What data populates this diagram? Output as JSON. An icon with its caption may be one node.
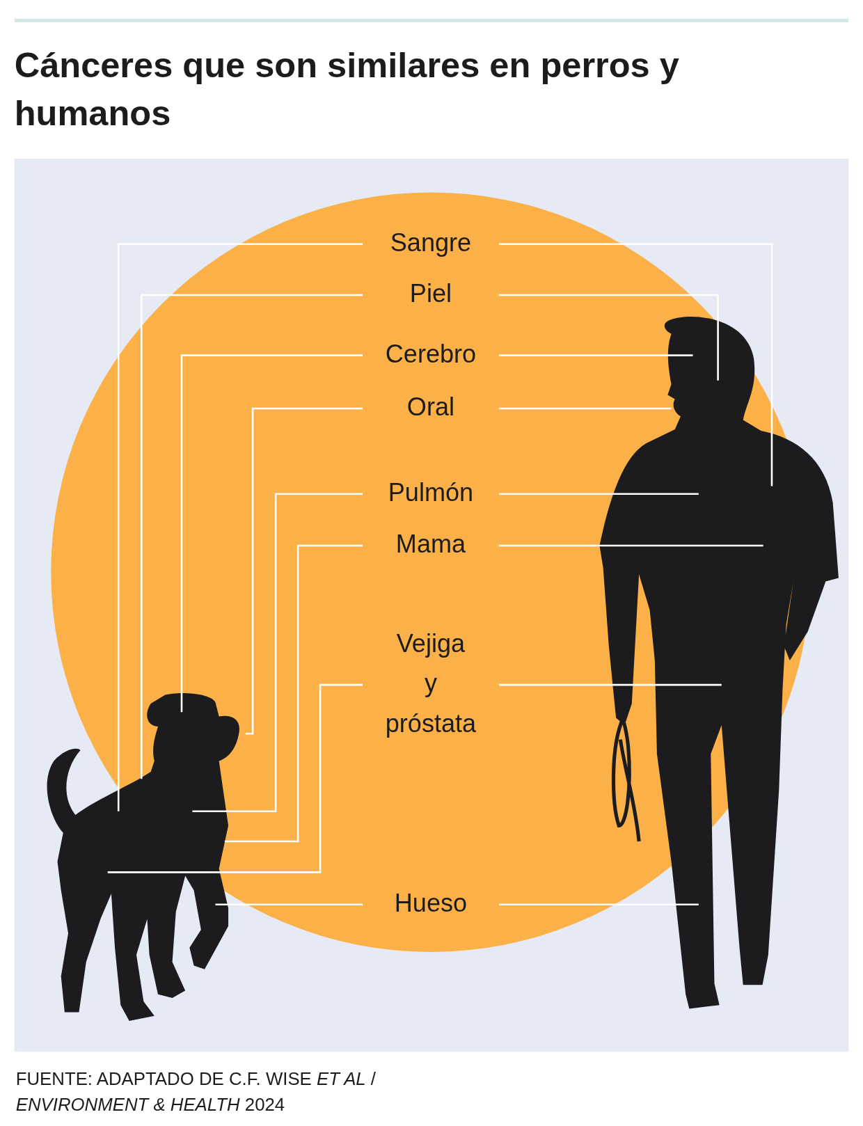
{
  "diagram": {
    "title": "Cánceres que son similares en perros y humanos",
    "caption": "FUENTE: ADAPTADO DE C.F. WISE *ET AL* / *ENVIRONMENT & HEALTH* 2024",
    "nodes": [
      {
        "text": [
          "Sangre"
        ]
      },
      {
        "text": [
          "Piel"
        ]
      },
      {
        "text": [
          "Cerebro"
        ]
      },
      {
        "text": [
          "Oral"
        ]
      },
      {
        "text": [
          "Pulmón"
        ]
      },
      {
        "text": [
          "Mama"
        ]
      },
      {
        "text": [
          "Vejiga y próstata"
        ]
      },
      {
        "text": [
          "Hueso"
        ]
      },
      {
        "text": [],
        "shape": "picture"
      },
      {
        "text": [],
        "shape": "picture"
      }
    ],
    "edges": [
      {
        "from": 0,
        "to": 8,
        "arrow": "none"
      },
      {
        "from": 0,
        "to": 9,
        "arrow": "none"
      },
      {
        "from": 1,
        "to": 8,
        "arrow": "none"
      },
      {
        "from": 1,
        "to": 9,
        "arrow": "none"
      },
      {
        "from": 2,
        "to": 8,
        "arrow": "none"
      },
      {
        "from": 2,
        "to": 9,
        "arrow": "none"
      },
      {
        "from": 3,
        "to": 8,
        "arrow": "none"
      },
      {
        "from": 3,
        "to": 9,
        "arrow": "none"
      },
      {
        "from": 4,
        "to": 8,
        "arrow": "none"
      },
      {
        "from": 4,
        "to": 9,
        "arrow": "none"
      },
      {
        "from": 5,
        "to": 8,
        "arrow": "none"
      },
      {
        "from": 5,
        "to": 9,
        "arrow": "none"
      },
      {
        "from": 6,
        "to": 8,
        "arrow": "none"
      },
      {
        "from": 6,
        "to": 9,
        "arrow": "none"
      },
      {
        "from": 7,
        "to": 8,
        "arrow": "none"
      },
      {
        "from": 7,
        "to": 9,
        "arrow": "none"
      }
    ]
  }
}
